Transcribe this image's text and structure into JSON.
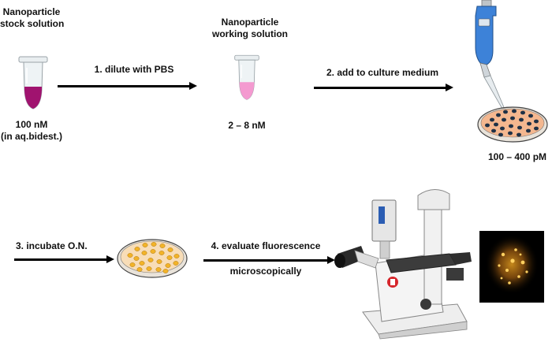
{
  "stock": {
    "title_line1": "Nanoparticle",
    "title_line2": "stock solution",
    "conc_line1": "100 nM",
    "conc_line2": "(in aq.bidest.)"
  },
  "working": {
    "title_line1": "Nanoparticle",
    "title_line2": "working solution",
    "conc": "2 – 8 nM"
  },
  "culture": {
    "conc": "100 – 400 pM"
  },
  "steps": [
    {
      "label": "1. dilute with PBS"
    },
    {
      "label": "2. add to culture medium"
    },
    {
      "label": "3. incubate O.N."
    },
    {
      "label": "4. evaluate fluorescence",
      "label2": "microscopically"
    }
  ],
  "colors": {
    "stock_liquid": "#a0136f",
    "working_liquid": "#f49ad0",
    "dish_cells_dark": "#1f3146",
    "dish_medium": "#f4b78f",
    "dish_cells_yellow": "#f2b329",
    "pipette_blue": "#3d82d8",
    "fluorescence": "#e8a020"
  },
  "icons": [
    "stock-tube-icon",
    "working-tube-icon",
    "pipette-icon",
    "petri-dish-icon",
    "microscope-icon",
    "fluorescence-image"
  ]
}
